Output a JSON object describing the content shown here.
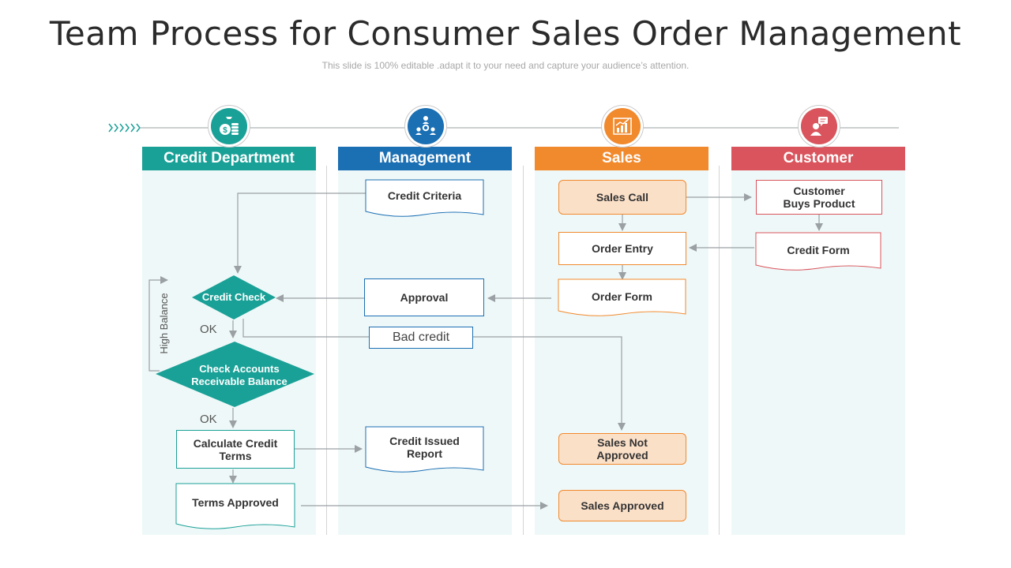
{
  "title": "Team Process for Consumer Sales Order Management",
  "subtitle": "This slide is 100% editable .adapt it to your need and capture your audience’s attention.",
  "colors": {
    "credit": "#1aa197",
    "management": "#1b6fb3",
    "sales": "#f1892d",
    "customer": "#d9545c",
    "lane_bg": "#eff8f8",
    "arrow": "#9aa0a3"
  },
  "lanes": [
    {
      "label": "Credit Department",
      "icon": "money-coins-icon"
    },
    {
      "label": "Management",
      "icon": "team-hierarchy-icon"
    },
    {
      "label": "Sales",
      "icon": "sales-chart-icon"
    },
    {
      "label": "Customer",
      "icon": "customer-chat-icon"
    }
  ],
  "nodes": {
    "credit_criteria": "Credit Criteria",
    "sales_call": "Sales Call",
    "customer_buys": "Customer Buys Product",
    "order_entry": "Order Entry",
    "credit_form": "Credit Form",
    "credit_check": "Credit Check",
    "approval": "Approval",
    "order_form": "Order Form",
    "bad_credit": "Bad credit",
    "check_accounts": "Check Accounts Receivable Balance",
    "calculate_terms": "Calculate Credit Terms",
    "credit_issued": "Credit Issued Report",
    "sales_not_approved": "Sales Not Approved",
    "terms_approved": "Terms Approved",
    "sales_approved": "Sales Approved"
  },
  "labels": {
    "ok1": "OK",
    "ok2": "OK",
    "high_balance": "High Balance"
  }
}
